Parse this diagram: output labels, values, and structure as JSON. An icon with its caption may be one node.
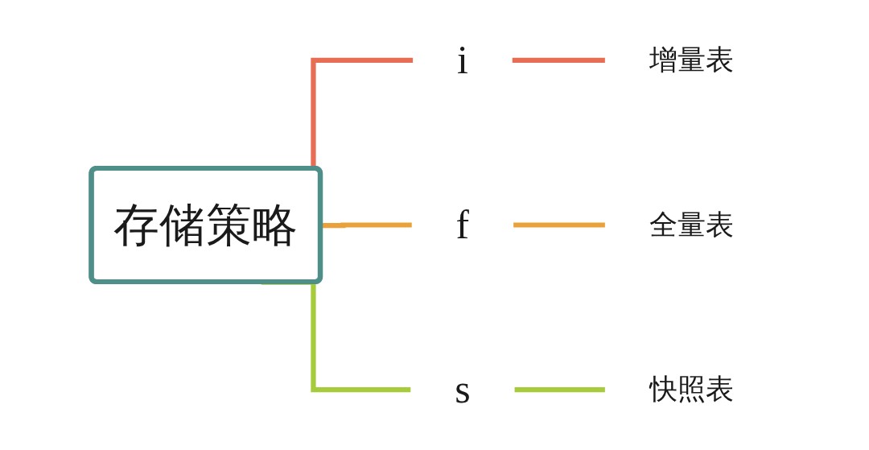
{
  "diagram": {
    "nodes": [
      {
        "text": [
          "存储策略"
        ]
      },
      {
        "text": [
          "i"
        ]
      },
      {
        "text": [
          "增量表"
        ]
      },
      {
        "text": [
          "f"
        ]
      },
      {
        "text": [
          "全量表"
        ]
      },
      {
        "text": [
          "s"
        ]
      },
      {
        "text": [
          "快照表"
        ]
      }
    ],
    "edges": [
      {
        "from": 0,
        "to": 1,
        "arrow": "none",
        "color": "#e76d54"
      },
      {
        "from": 1,
        "to": 2,
        "arrow": "none",
        "color": "#e76d54"
      },
      {
        "from": 0,
        "to": 3,
        "arrow": "none",
        "color": "#eaa13a"
      },
      {
        "from": 3,
        "to": 4,
        "arrow": "none",
        "color": "#eaa13a"
      },
      {
        "from": 0,
        "to": 5,
        "arrow": "none",
        "color": "#a6cb3b"
      },
      {
        "from": 5,
        "to": 6,
        "arrow": "none",
        "color": "#a6cb3b"
      }
    ]
  }
}
